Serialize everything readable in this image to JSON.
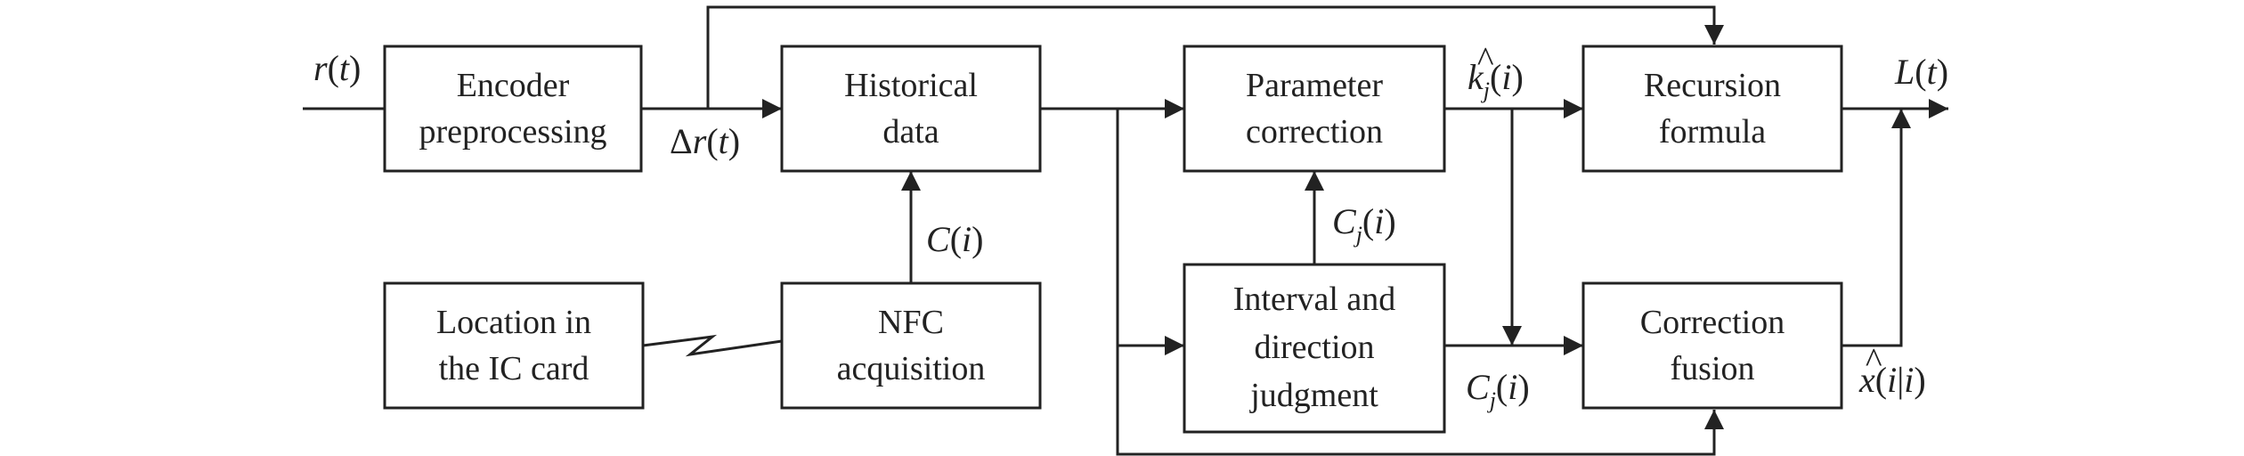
{
  "blocks": {
    "encoder": {
      "line1": "Encoder",
      "line2": "preprocessing"
    },
    "historical": {
      "line1": "Historical",
      "line2": "data"
    },
    "parameter": {
      "line1": "Parameter",
      "line2": "correction"
    },
    "recursion": {
      "line1": "Recursion",
      "line2": "formula"
    },
    "location": {
      "line1": "Location in",
      "line2": "the IC card"
    },
    "nfc": {
      "line1": "NFC",
      "line2": "acquisition"
    },
    "interval": {
      "line1": "Interval and",
      "line2": "direction",
      "line3": "judgment"
    },
    "fusion": {
      "line1": "Correction",
      "line2": "fusion"
    }
  },
  "signals": {
    "input": {
      "fn": "r",
      "lp": "(",
      "arg": "t",
      "rp": ")"
    },
    "delta": {
      "op": "Δ",
      "fn": "r",
      "lp": "(",
      "arg": "t",
      "rp": ")"
    },
    "ci": {
      "fn": "C",
      "lp": "(",
      "arg": "i",
      "rp": ")"
    },
    "cj_top": {
      "fn": "C",
      "sub": "j",
      "lp": "(",
      "arg": "i",
      "rp": ")"
    },
    "cj_bottom": {
      "fn": "C",
      "sub": "j",
      "lp": "(",
      "arg": "i",
      "rp": ")"
    },
    "kj": {
      "hat": "^",
      "fn": "k",
      "sub": "j",
      "lp": "(",
      "arg": "i",
      "rp": ")"
    },
    "output": {
      "fn": "L",
      "lp": "(",
      "arg": "t",
      "rp": ")"
    },
    "xhat": {
      "hat": "^",
      "fn": "x",
      "lp": "(",
      "arg": "i",
      "bar": "|",
      "arg2": "i",
      "rp": ")"
    }
  }
}
